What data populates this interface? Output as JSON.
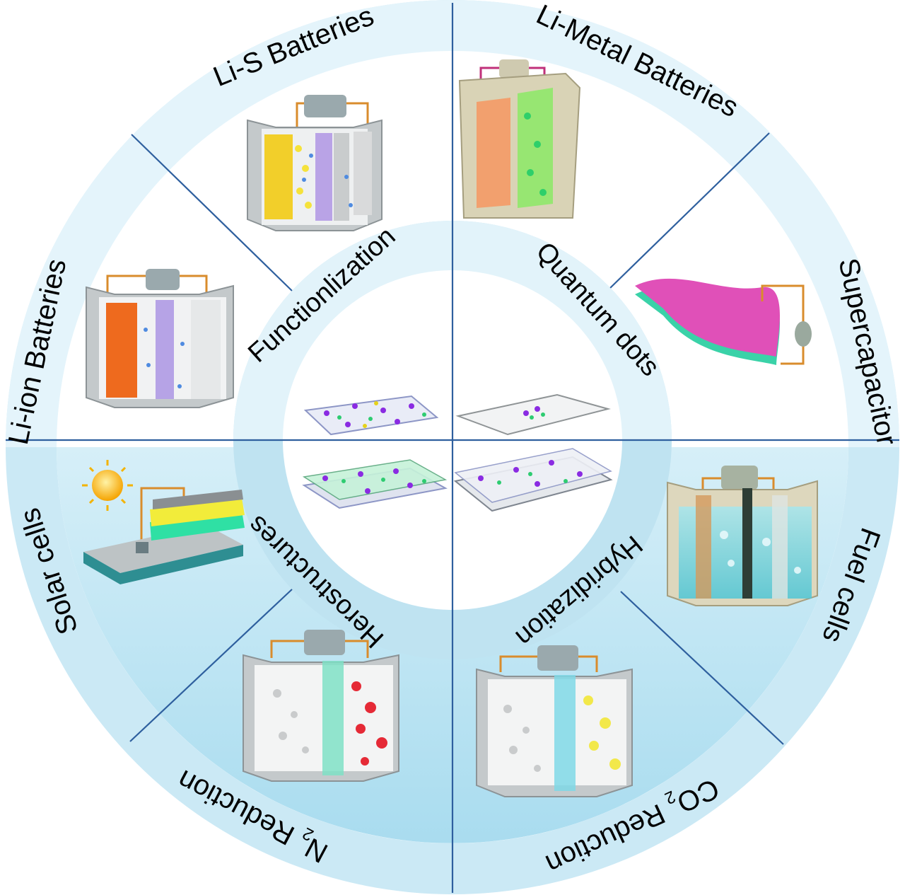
{
  "colors": {
    "ring_light": "#e3f3fa",
    "ring_dark": "#a9dbee",
    "divider": "#2e5f9e",
    "inner_ring": "#bfe3f1",
    "core_fill": "#ffffff"
  },
  "outer_sectors": [
    {
      "id": "li-s",
      "label": "Li-S Batteries",
      "subscript": ""
    },
    {
      "id": "li-metal",
      "label": "Li-Metal Batteries",
      "subscript": ""
    },
    {
      "id": "supercapacitor",
      "label": "Supercapacitor",
      "subscript": ""
    },
    {
      "id": "fuel-cells",
      "label": "Fuel cells",
      "subscript": ""
    },
    {
      "id": "co2",
      "label": "CO",
      "subscript": "2",
      "suffix": " Reduction"
    },
    {
      "id": "n2",
      "label": "N",
      "subscript": "2",
      "suffix": " Reduction"
    },
    {
      "id": "solar",
      "label": "Solar cells",
      "subscript": ""
    },
    {
      "id": "li-ion",
      "label": "Li-ion Batteries",
      "subscript": ""
    }
  ],
  "inner_labels": {
    "functionalization": "Functionlization",
    "quantum_dots": "Quantum dots",
    "hybridization": "Hybridization",
    "heterostructures": "Herostructures"
  },
  "illustrations": {
    "cell_icon": "electrochemical-cell-icon",
    "sun_icon": "sun-icon",
    "sheet_icon": "graphene-sheet-icon",
    "film_icon": "flexible-film-icon"
  }
}
